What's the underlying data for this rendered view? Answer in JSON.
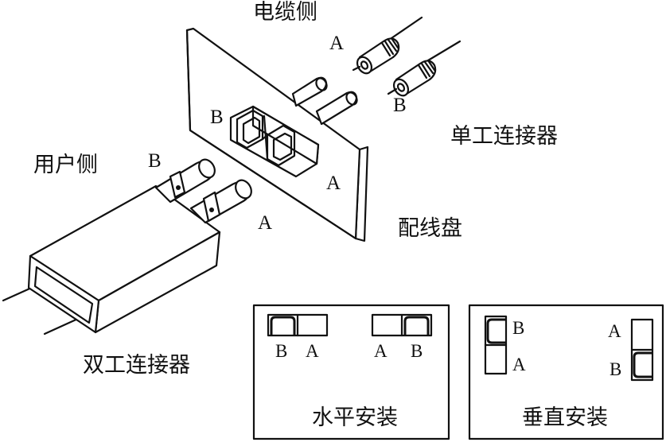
{
  "labels": {
    "cable_side": "电缆侧",
    "user_side": "用户侧",
    "simplex_connector": "单工连接器",
    "duplex_connector": "双工连接器",
    "patch_panel": "配线盘",
    "horizontal_mount": "水平安装",
    "vertical_mount": "垂直安装"
  },
  "letters": {
    "a": "A",
    "b": "B"
  }
}
